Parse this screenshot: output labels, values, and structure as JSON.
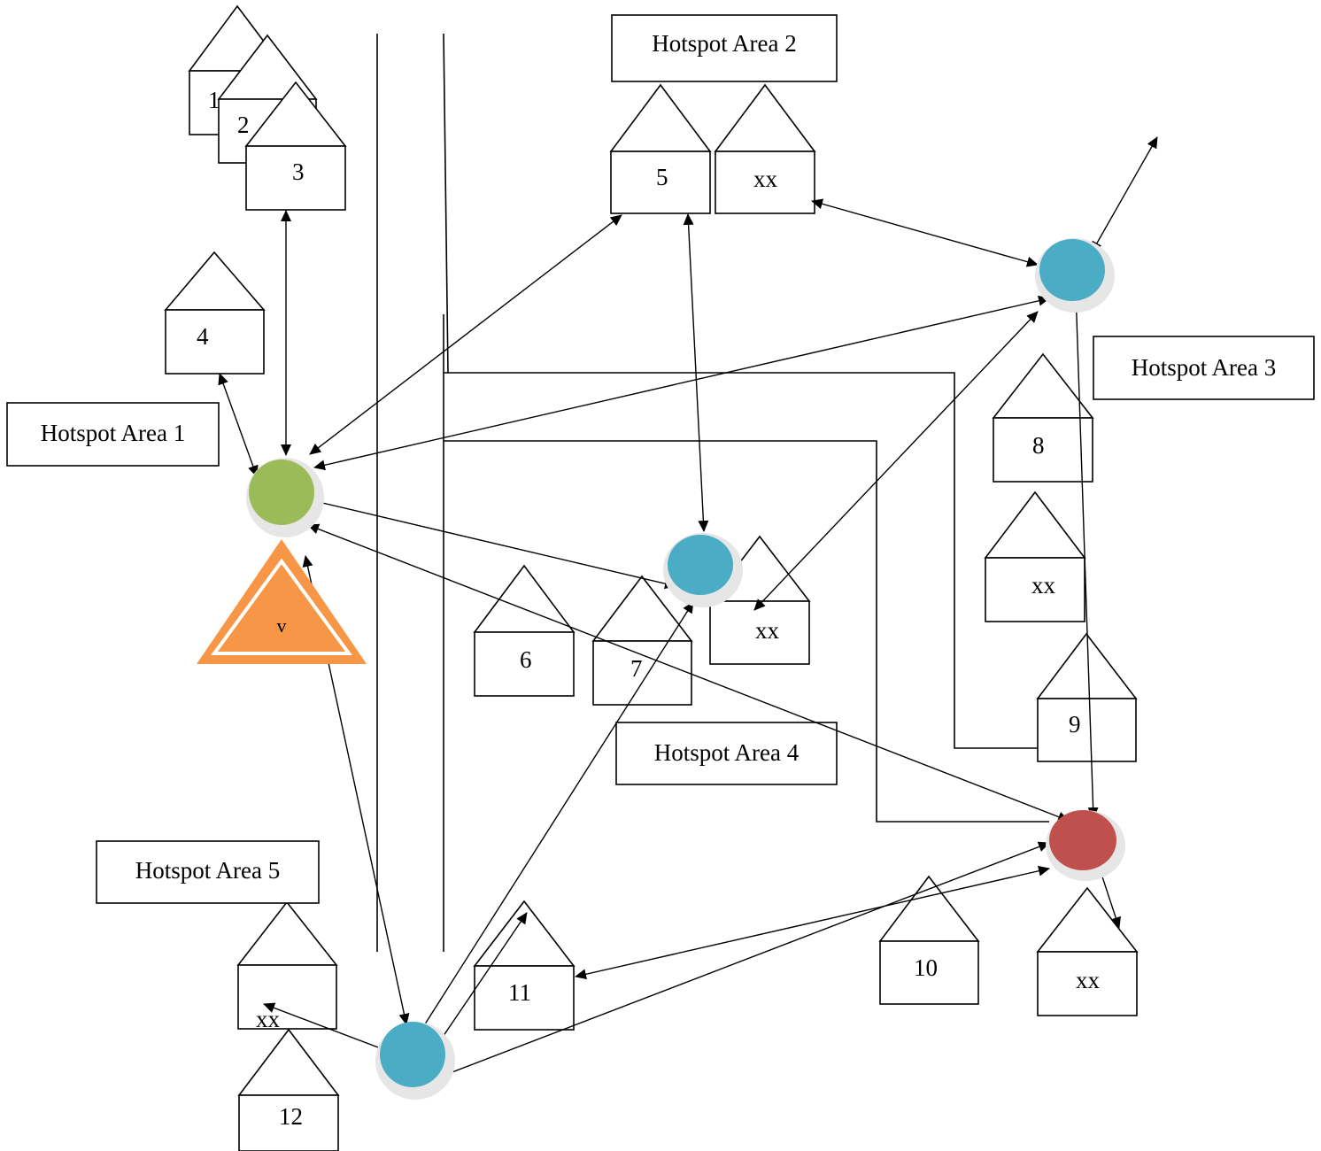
{
  "hotspot_areas": [
    {
      "label": "Hotspot Area 1"
    },
    {
      "label": "Hotspot Area 2"
    },
    {
      "label": "Hotspot Area 3"
    },
    {
      "label": "Hotspot Area 4"
    },
    {
      "label": "Hotspot Area 5"
    }
  ],
  "houses": [
    {
      "label": "1"
    },
    {
      "label": "2"
    },
    {
      "label": "3"
    },
    {
      "label": "4"
    },
    {
      "label": "5"
    },
    {
      "label": "xx"
    },
    {
      "label": "6"
    },
    {
      "label": "7"
    },
    {
      "label": "xx"
    },
    {
      "label": "8"
    },
    {
      "label": "xx"
    },
    {
      "label": "9"
    },
    {
      "label": "10"
    },
    {
      "label": "xx"
    },
    {
      "label": "11"
    },
    {
      "label": "xx"
    },
    {
      "label": "12"
    }
  ],
  "vehicle": {
    "label": "v"
  },
  "colors": {
    "node_green": "#9bbb59",
    "node_blue": "#4bacc6",
    "node_red": "#c0504d",
    "vehicle_orange": "#f79646",
    "ring": "#e6e6e6"
  }
}
